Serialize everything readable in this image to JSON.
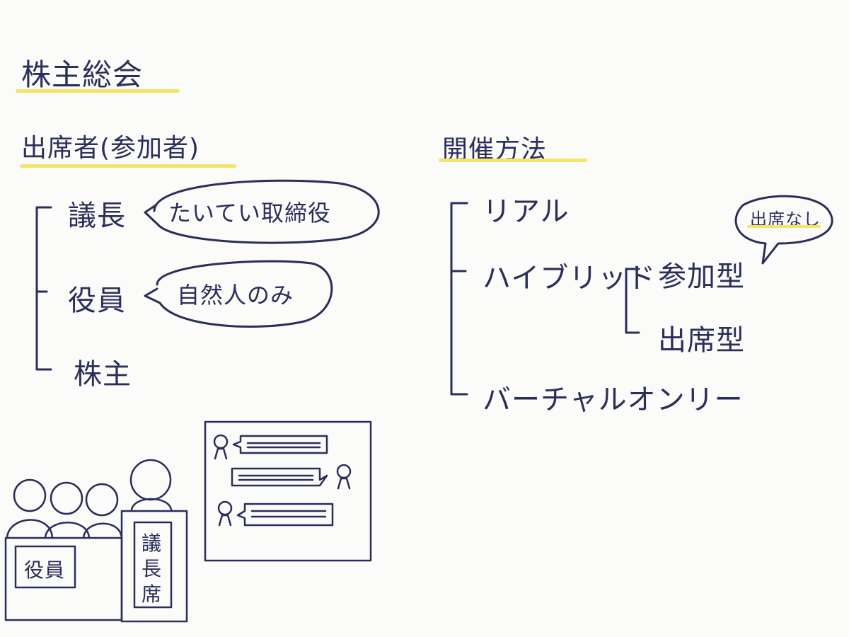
{
  "title": "株主総会",
  "attendees": {
    "heading": "出席者(参加者)",
    "items": [
      {
        "label": "議長",
        "note": "たいてい取締役"
      },
      {
        "label": "役員",
        "note": "自然人のみ"
      },
      {
        "label": "株主",
        "note": ""
      }
    ]
  },
  "methods": {
    "heading": "開催方法",
    "items": [
      "リアル",
      "ハイブリッド",
      "バーチャルオンリー"
    ],
    "hybrid_types": [
      "参加型",
      "出席型"
    ],
    "participation_note": "出席なし"
  },
  "illustration": {
    "officer_sign": "役員",
    "chair_sign": [
      "議",
      "長",
      "席"
    ]
  },
  "colors": {
    "ink": "#2a2e5c",
    "highlight": "#f3e56a"
  }
}
